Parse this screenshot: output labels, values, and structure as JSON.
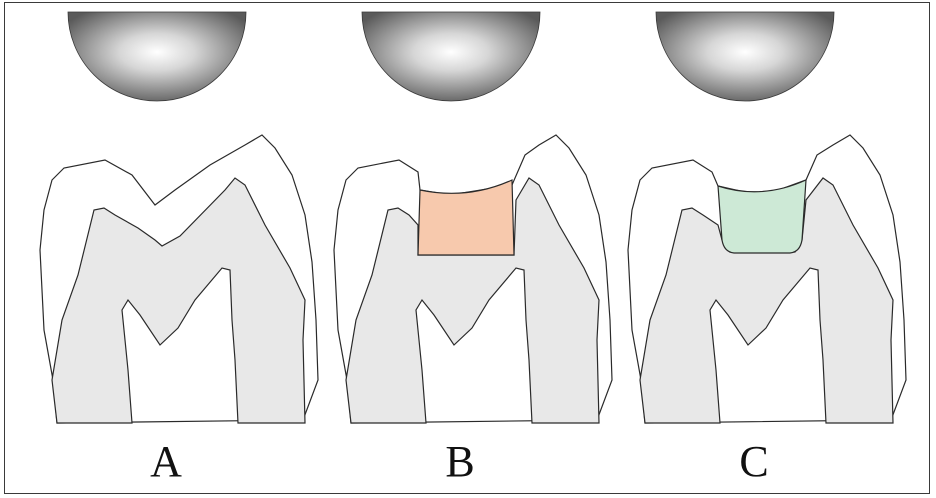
{
  "panels": [
    {
      "label": "A"
    },
    {
      "label": "B"
    },
    {
      "label": "C"
    }
  ],
  "colors": {
    "enamel": "#ffffff",
    "dentin": "#e8e8e8",
    "outline": "#2a2a2a",
    "restoration_b": "#f7c9ad",
    "restoration_c": "#cde9d6",
    "sphere_highlight": "#ffffff",
    "sphere_shadow": "#5a5a5a"
  }
}
